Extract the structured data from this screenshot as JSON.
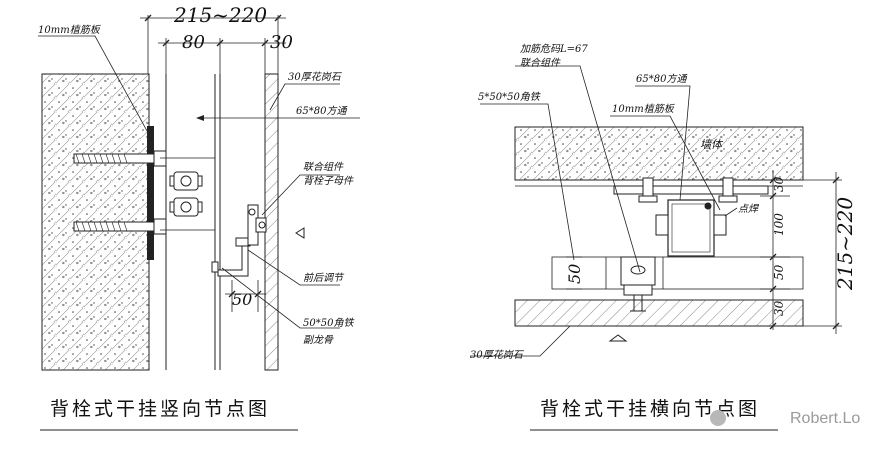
{
  "left": {
    "dims": {
      "total": "215~220",
      "a": "80",
      "b": "30",
      "c": "50"
    },
    "labels": {
      "plate": "10mm植筋板",
      "granite": "30厚花岗石",
      "tube": "65*80方通",
      "assembly": "联合组件",
      "anchor": "背栓子母件",
      "adjust": "前后调节",
      "angle": "50*50角铁",
      "keel": "副龙骨"
    },
    "title": "背栓式干挂竖向节点图"
  },
  "right": {
    "dims": {
      "total": "215~220",
      "d30a": "30",
      "d100": "100",
      "d50": "50",
      "d30b": "30",
      "left50": "50"
    },
    "labels": {
      "code": "加筋危码L=67",
      "assembly": "联合组件",
      "angle": "5*50*50角铁",
      "tube": "65*80方通",
      "plate": "10mm植筋板",
      "wall": "墙体",
      "weld": "点焊",
      "granite": "30厚花岗石"
    },
    "title": "背栓式干挂横向节点图"
  },
  "watermark": "Robert.Lo"
}
